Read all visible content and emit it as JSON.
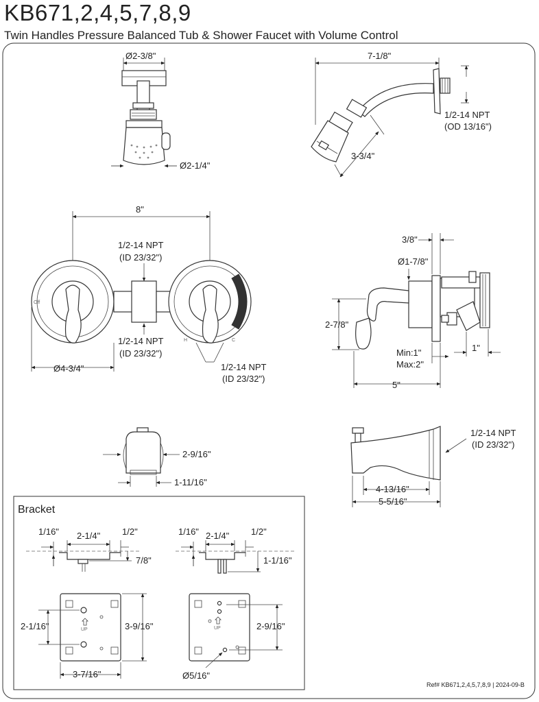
{
  "header": {
    "model": "KB671,2,4,5,7,8,9",
    "description": "Twin Handles Pressure Balanced Tub & Shower Faucet with Volume Control"
  },
  "showerhead_front": {
    "flange_dia": "Ø2-3/8\"",
    "head_dia": "Ø2-1/4\""
  },
  "showerhead_side": {
    "arm_length": "7-1/8\"",
    "npt_line1": "1/2-14 NPT",
    "npt_line2": "(OD 13/16\")",
    "head_depth": "3-3/4\""
  },
  "valve_front": {
    "centers": "8\"",
    "npt_top_line1": "1/2-14 NPT",
    "npt_top_line2": "(ID 23/32\")",
    "npt_bottom_line1": "1/2-14 NPT",
    "npt_bottom_line2": "(ID 23/32\")",
    "npt_right_line1": "1/2-14 NPT",
    "npt_right_line2": "(ID 23/32\")",
    "escutcheon_dia": "Ø4-3/4\"",
    "label_off": "Off",
    "label_h": "H",
    "label_c": "C"
  },
  "valve_side": {
    "flange_thickness": "3/8\"",
    "body_dia": "Ø1-7/8\"",
    "height": "2-7/8\"",
    "wall_min": "Min:1\"",
    "wall_max": "Max:2\"",
    "depth": "5\"",
    "offset": "1\""
  },
  "spout_front": {
    "height": "2-9/16\"",
    "width": "1-11/16\""
  },
  "spout_side": {
    "npt_line1": "1/2-14 NPT",
    "npt_line2": "(ID 23/32\")",
    "inner_length": "4-13/16\"",
    "length": "5-5/16\""
  },
  "bracket": {
    "title": "Bracket",
    "left": {
      "offset": "1/16\"",
      "width": "2-1/4\"",
      "flange": "1/2\"",
      "depth": "7/8\"",
      "height": "2-1/16\"",
      "plate_height": "3-9/16\"",
      "plate_width": "3-7/16\"",
      "up_label": "UP"
    },
    "right": {
      "offset": "1/16\"",
      "width": "2-1/4\"",
      "flange": "1/2\"",
      "depth": "1-1/16\"",
      "plate_height": "2-9/16\"",
      "hole_dia": "Ø5/16\"",
      "up_label": "UP"
    }
  },
  "footer": {
    "ref": "Ref# KB671,2,4,5,7,8,9 | 2024-09-B"
  }
}
